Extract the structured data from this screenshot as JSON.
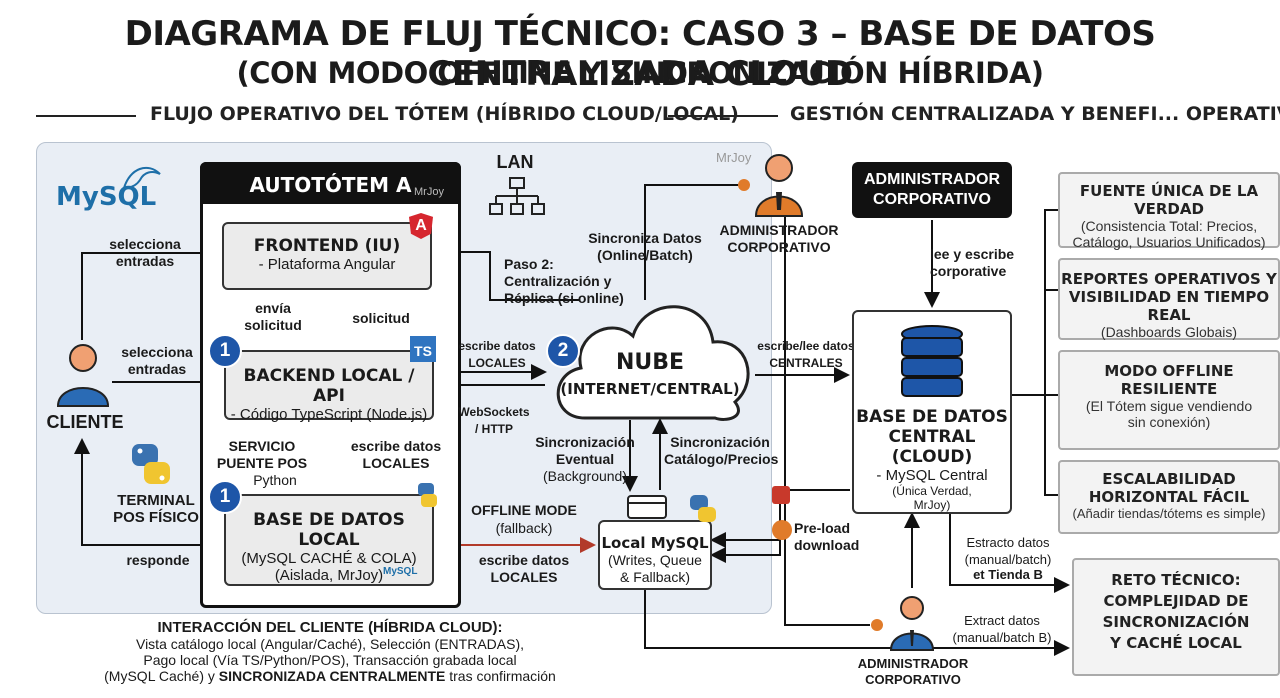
{
  "title_line1": "DIAGRAMA DE FLUJ TÉCNICO: CASO 3 – BASE DE DATOS CENTRALIZADA CLOUD",
  "title_line2": "(CON MODO OFFLINE Y SINCRONIZACIÓN HÍBRIDA)",
  "section_left": "FLUJO OPERATIVO DEL TÓTEM (HÍBRIDO CLOUD/LOCAL)",
  "section_right": "GESTIÓN CENTRALIZADA Y BENEFI... OPERATIVOS",
  "mysql_logo": "MySQL",
  "watermark": "MrJoy",
  "lan_label": "LAN",
  "totem_title": "AUTOTÓTEM A",
  "frontend": {
    "title": "FRONTEND (IU)",
    "sub": "- Plataforma Angular",
    "badge": "A"
  },
  "backend": {
    "title": "BACKEND LOCAL / API",
    "sub": "- Código TypeScript (Node.js)",
    "badge": "TS",
    "num": "1"
  },
  "localdb": {
    "title": "BASE DE DATOS LOCAL",
    "sub1": "(MySQL CACHÉ & COLA)",
    "sub2": "(Aislada, MrJoy)",
    "num": "1"
  },
  "cliente": "CLIENTE",
  "terminal": "TERMINAL\nPOS FÍSICO",
  "labels": {
    "selecciona1": "selecciona\nentradas",
    "selecciona2": "selecciona\nentradas",
    "responde": "responde",
    "envia": "envía\nsolicitud",
    "solicitud": "solicitud",
    "servicio": "SERVICIO\nPUENTE POS",
    "python": "Python",
    "escribe_locales": "escribe datos\nLOCALES",
    "escribe_locales2": "escribe datos\nLOCALES",
    "escribe_locales3": "escribe datos\nLOCALES",
    "websockets": "WebSockets\n/ HTTP",
    "offline_mode": "OFFLINE MODE",
    "fallback": "(fallback)",
    "sincroniza": "Sincroniza Datos\n(Online/Batch)",
    "paso2": "Paso 2:\nCentralización y\nRéplica (si online)",
    "sync_eventual": "Sincronización\nEventual",
    "background": "(Background)",
    "sync_catalogo": "Sincronización\nCatálogo/Precios",
    "escribe_centrales": "escribe/lee datos\nCENTRALES",
    "lee_escribe": "lee y escribe\ncorporative",
    "preload": "Pre-load\ndownload",
    "extracto": "Estracto datos\n(manual/batch)",
    "tienda_b": "et Tienda B",
    "extract": "Extract datos\n(manual/batch B)"
  },
  "cloud": {
    "title": "NUBE",
    "sub": "(INTERNET/CENTRAL)",
    "num": "2"
  },
  "local_mysql": {
    "title": "Local MySQL",
    "sub": "(Writes, Queue\n& Fallback)"
  },
  "admin_top": "ADMINISTRADOR\nCORPORATIVO",
  "admin_box": "ADMINISTRADOR\nCORPORATIVO",
  "admin_bottom": "ADMINISTRADOR\nCORPORATIVO",
  "central_db": {
    "title": "BASE DE DATOS\nCENTRAL (CLOUD)",
    "sub": "- MySQL Central",
    "sub2": "(Única Verdad,\nMrJoy)"
  },
  "benefits": [
    {
      "title": "FUENTE ÚNICA DE LA VERDAD",
      "sub": "(Consistencia Total: Precios,\nCatálogo, Usuarios Unificados)"
    },
    {
      "title": "REPORTES OPERATIVOS Y\nVISIBILIDAD EN TIEMPO REAL",
      "sub": "(Dashboards Globais)"
    },
    {
      "title": "MODO OFFLINE\nRESILIENTE",
      "sub": "(El Tótem sigue vendiendo\nsin conexión)"
    },
    {
      "title": "ESCALABILIDAD\nHORIZONTAL FÁCIL",
      "sub": "(Añadir tiendas/tótems es simple)"
    },
    {
      "title": "RETO TÉCNICO:\nCOMPLEJIDAD DE\nSINCRONIZACIÓN\nY CACHÉ LOCAL",
      "sub": ""
    }
  ],
  "bottom": {
    "title": "INTERACCIÓN DEL CLIENTE (HÍBRIDA CLOUD):",
    "line1": "Vista catálogo local (Angular/Caché), Selección (ENTRADAS),",
    "line2": "Pago local (Vía TS/Python/POS), Transacción grabada local",
    "line3a": "(MySQL Caché) y ",
    "line3b": "SINCRONIZADA CENTRALMENTE",
    "line3c": " tras confirmación"
  }
}
